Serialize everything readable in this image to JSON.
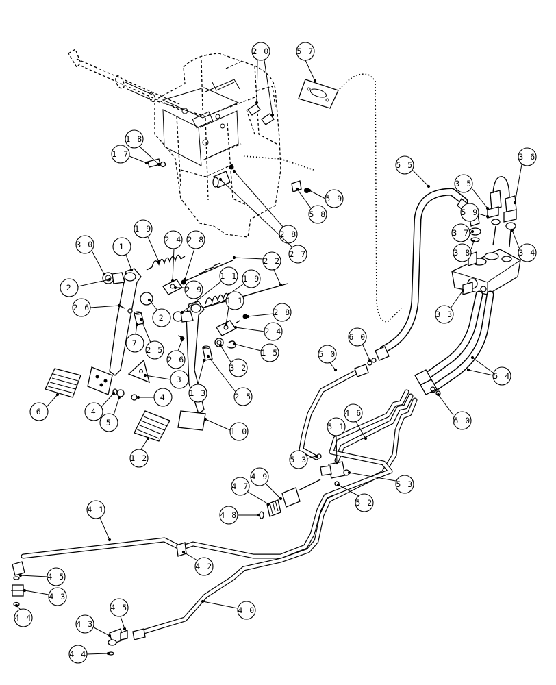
{
  "diagram": {
    "callouts": [
      {
        "id": "c20",
        "label": "2 0"
      },
      {
        "id": "c57",
        "label": "5 7"
      },
      {
        "id": "c18",
        "label": "1 8"
      },
      {
        "id": "c17",
        "label": "1 7"
      },
      {
        "id": "c59a",
        "label": "5 9"
      },
      {
        "id": "c58",
        "label": "5 8"
      },
      {
        "id": "c55",
        "label": "5 5"
      },
      {
        "id": "c35",
        "label": "3 5"
      },
      {
        "id": "c36",
        "label": "3 6"
      },
      {
        "id": "c59b",
        "label": "5 9"
      },
      {
        "id": "c37",
        "label": "3 7"
      },
      {
        "id": "c38",
        "label": "3 8"
      },
      {
        "id": "c34",
        "label": "3 4"
      },
      {
        "id": "c28a",
        "label": "2 8"
      },
      {
        "id": "c27",
        "label": "2 7"
      },
      {
        "id": "c19a",
        "label": "1 9"
      },
      {
        "id": "c30",
        "label": "3 0"
      },
      {
        "id": "c1",
        "label": "1"
      },
      {
        "id": "c24a",
        "label": "2 4"
      },
      {
        "id": "c28b",
        "label": "2 8"
      },
      {
        "id": "c22",
        "label": "2 2"
      },
      {
        "id": "c2a",
        "label": "2"
      },
      {
        "id": "c29",
        "label": "2 9"
      },
      {
        "id": "c11",
        "label": "1 1"
      },
      {
        "id": "c19b",
        "label": "1 9"
      },
      {
        "id": "c26a",
        "label": "2 6"
      },
      {
        "id": "c2b",
        "label": "2"
      },
      {
        "id": "c11b",
        "label": "1 1"
      },
      {
        "id": "c28c",
        "label": "2 8"
      },
      {
        "id": "c24b",
        "label": "2 4"
      },
      {
        "id": "c33",
        "label": "3 3"
      },
      {
        "id": "c7",
        "label": "7"
      },
      {
        "id": "c25a",
        "label": "2 5"
      },
      {
        "id": "c26b",
        "label": "2 6"
      },
      {
        "id": "c15a",
        "label": "1 5"
      },
      {
        "id": "c32",
        "label": "3 2"
      },
      {
        "id": "c60a",
        "label": "6 0"
      },
      {
        "id": "c50",
        "label": "5 0"
      },
      {
        "id": "c54",
        "label": "5 4"
      },
      {
        "id": "c3",
        "label": "3"
      },
      {
        "id": "c13a",
        "label": "1 3"
      },
      {
        "id": "c25b",
        "label": "2 5"
      },
      {
        "id": "c4a",
        "label": "4"
      },
      {
        "id": "c4b",
        "label": "4"
      },
      {
        "id": "c6",
        "label": "6"
      },
      {
        "id": "c5",
        "label": "5"
      },
      {
        "id": "c60b",
        "label": "6 0"
      },
      {
        "id": "c46",
        "label": "4 6"
      },
      {
        "id": "c10a",
        "label": "1 0"
      },
      {
        "id": "c51",
        "label": "5 1"
      },
      {
        "id": "c12",
        "label": "1 2"
      },
      {
        "id": "c53a",
        "label": "5 3"
      },
      {
        "id": "c53b",
        "label": "5 3"
      },
      {
        "id": "c47",
        "label": "4 7"
      },
      {
        "id": "c49",
        "label": "4 9"
      },
      {
        "id": "c52",
        "label": "5 2"
      },
      {
        "id": "c48",
        "label": "4 8"
      },
      {
        "id": "c41",
        "label": "4 1"
      },
      {
        "id": "c42",
        "label": "4 2"
      },
      {
        "id": "c45a",
        "label": "4 5"
      },
      {
        "id": "c43a",
        "label": "4 3"
      },
      {
        "id": "c44a",
        "label": "4 4"
      },
      {
        "id": "c40",
        "label": "4 0"
      },
      {
        "id": "c45b",
        "label": "4 5"
      },
      {
        "id": "c43b",
        "label": "4 3"
      },
      {
        "id": "c44b",
        "label": "4 4"
      }
    ]
  }
}
